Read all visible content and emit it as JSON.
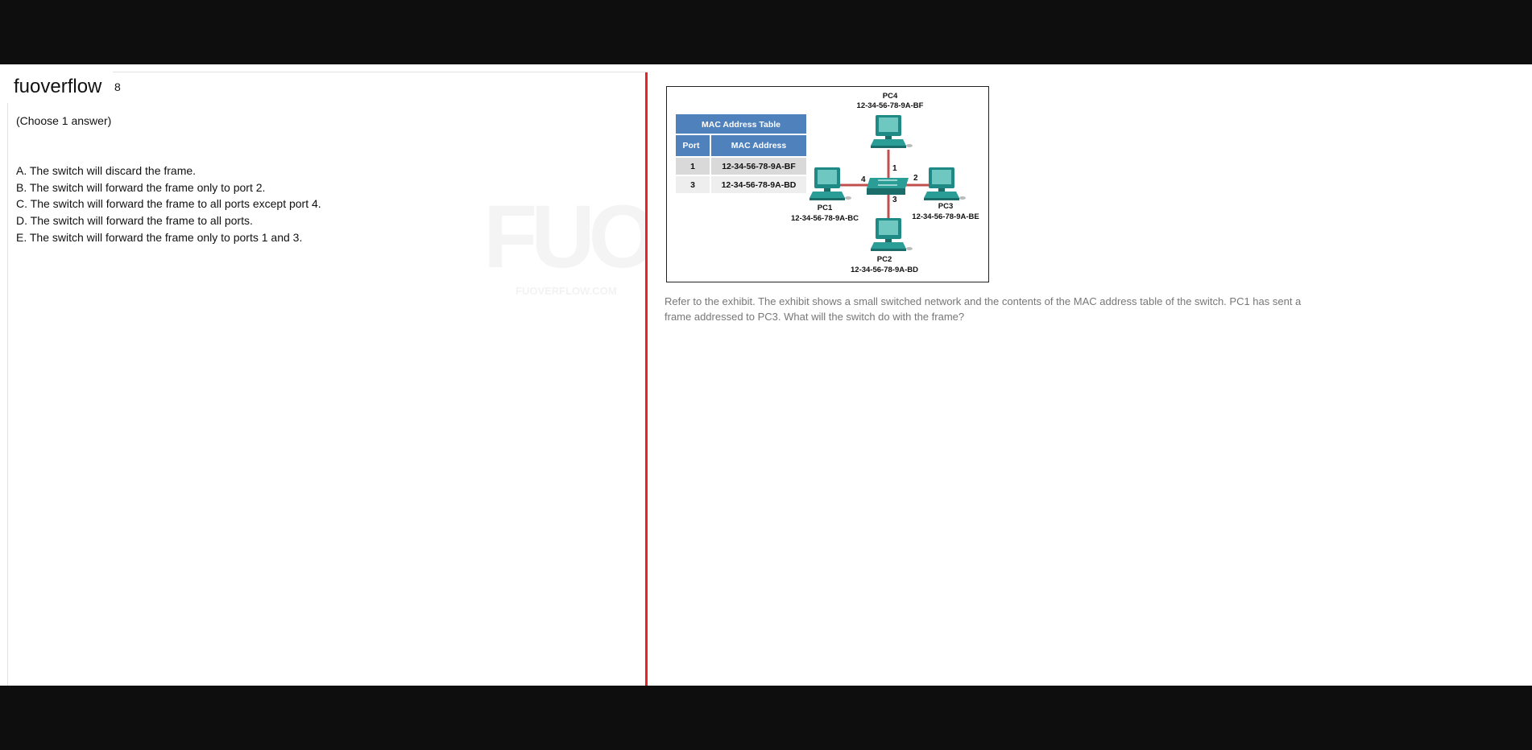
{
  "app": {
    "brand": "fuoverflow",
    "question_number": "8"
  },
  "question": {
    "instruction": "(Choose 1 answer)",
    "options": [
      "A. The switch will discard the frame.",
      "B. The switch will forward the frame only to port 2.",
      "C. The switch will forward the frame to all ports except port 4.",
      "D. The switch will forward the frame to all ports.",
      "E. The switch will forward the frame only to ports 1 and 3."
    ],
    "prompt": "Refer to the exhibit. The exhibit shows a small switched network and the contents of the MAC address table of the switch. PC1 has sent a frame addressed to PC3. What will the switch do with the frame?"
  },
  "exhibit": {
    "table_title": "MAC Address Table",
    "headers": [
      "Port",
      "MAC Address"
    ],
    "rows": [
      {
        "port": "1",
        "mac": "12-34-56-78-9A-BF"
      },
      {
        "port": "3",
        "mac": "12-34-56-78-9A-BD"
      }
    ],
    "pcs": {
      "pc4": {
        "name": "PC4",
        "mac": "12-34-56-78-9A-BF"
      },
      "pc1": {
        "name": "PC1",
        "mac": "12-34-56-78-9A-BC"
      },
      "pc3": {
        "name": "PC3",
        "mac": "12-34-56-78-9A-BE"
      },
      "pc2": {
        "name": "PC2",
        "mac": "12-34-56-78-9A-BD"
      }
    },
    "ports": {
      "p1": "1",
      "p2": "2",
      "p3": "3",
      "p4": "4"
    }
  },
  "watermark": {
    "logo": "FUO",
    "site": "FUOVERFLOW.COM"
  },
  "colors": {
    "divider": "#e8232a",
    "table_header": "#4f81bd",
    "link": "#c0504d",
    "device": "#2a9d97"
  }
}
